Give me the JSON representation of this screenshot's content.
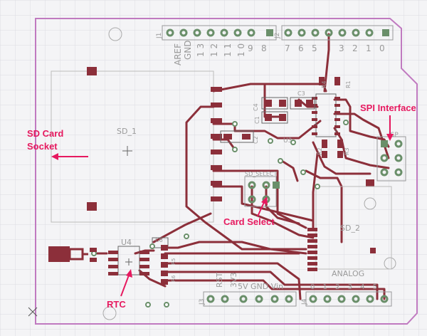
{
  "silkscreen": {
    "j1_name": "J1",
    "j2_name": "J2",
    "j3_name": "J3",
    "j4_name": "J4",
    "sd1": "SD_1",
    "sd2": "SD_2",
    "sd_select": "SD_SELECT",
    "u3": "U3",
    "u4": "U4",
    "isp": "ISP",
    "analog": "ANALOG",
    "c1": "C1",
    "c2": "C2",
    "c3": "C3",
    "c4": "C4",
    "c6": "C6",
    "r1": "R1",
    "r2": "R2",
    "r3": "R3",
    "r4": "R4",
    "r5": "R5",
    "r6": "R6",
    "aref": "AREF",
    "gnd": "GND",
    "d13": "1 3",
    "d12": "1 2",
    "d11": "1 1",
    "d10": "1 0",
    "d9": "9",
    "d8": "8",
    "d7": "7",
    "d6": "6",
    "d5": "5",
    "d3": "3",
    "d2": "2",
    "d1": "1",
    "d0": "0",
    "rst": "RST",
    "v33": "3V3",
    "power_row": "5V GND Vin",
    "analog_nums": "0 1 2 3 4 5"
  },
  "callouts": {
    "sd_socket_line1": "SD Card",
    "sd_socket_line2": "Socket",
    "spi": "SPI Interface",
    "card_select": "Card Select",
    "rtc": "RTC"
  },
  "colors": {
    "trace": "#8c2f3a",
    "pad": "#6a8f6a",
    "outline": "#c07ac0",
    "callout": "#e6195f",
    "silk": "#9a9a9a"
  }
}
